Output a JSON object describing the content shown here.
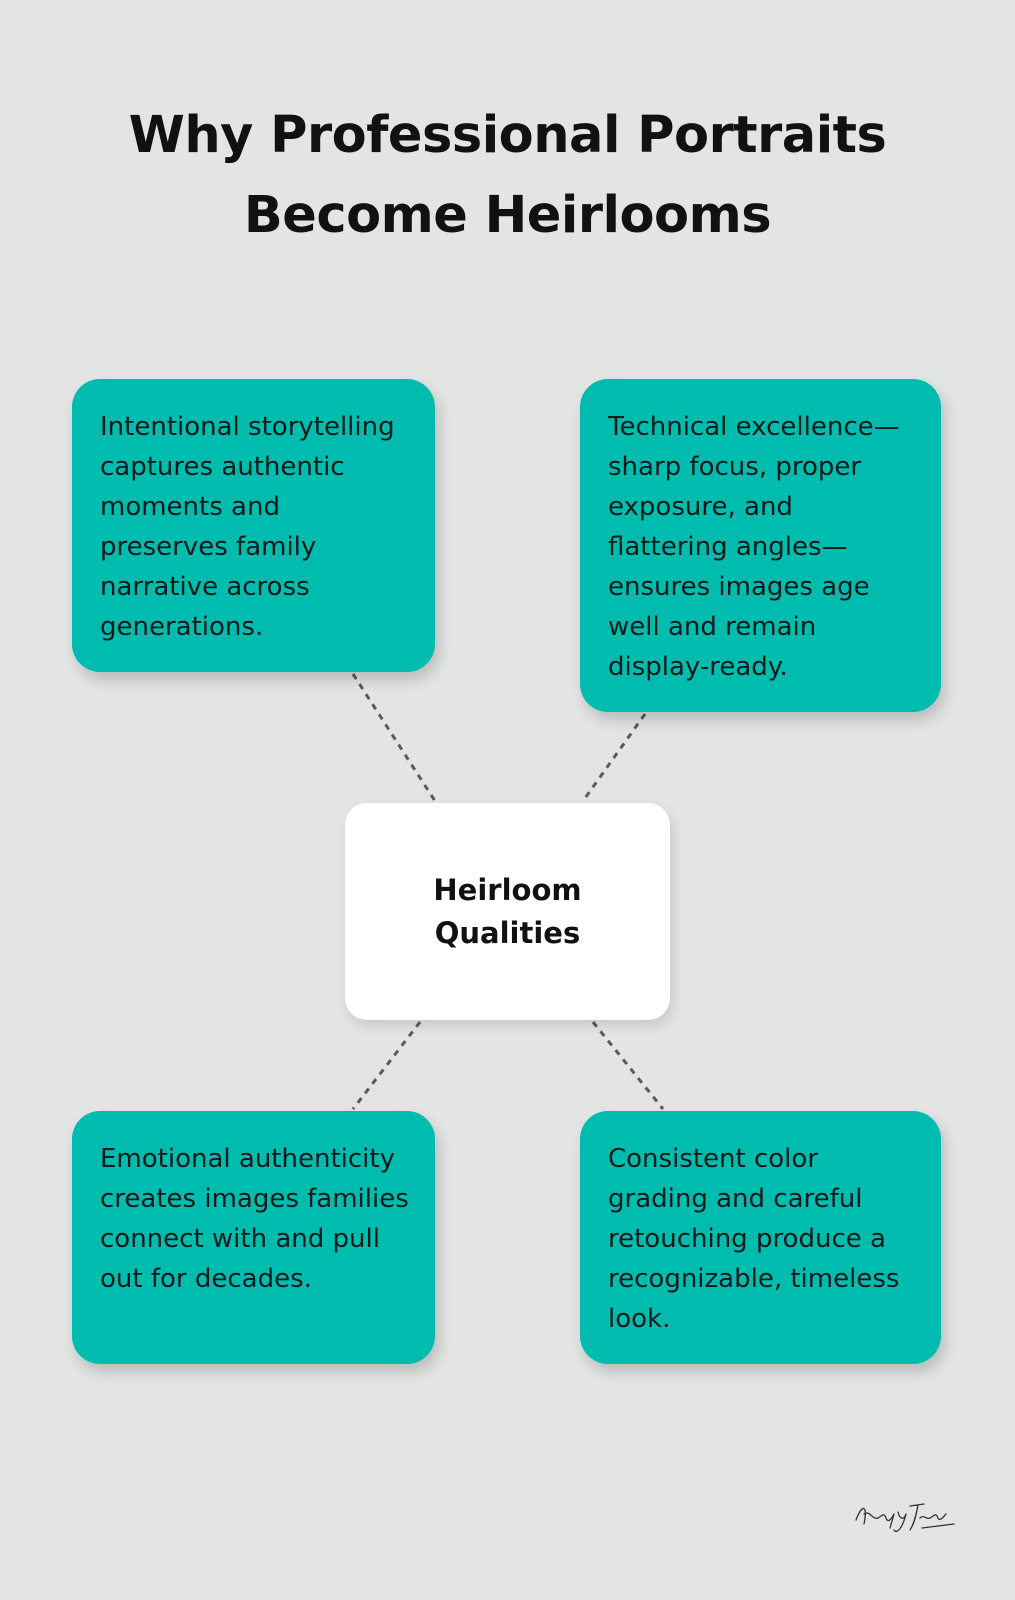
{
  "title": {
    "line1": "Why Professional Portraits",
    "line2": "Become Heirlooms"
  },
  "center": {
    "label": "Heirloom Qualities"
  },
  "cards": [
    {
      "text": "Intentional storytelling captures authentic moments and preserves family narrative across generations."
    },
    {
      "text": "Technical excellence—sharp focus, proper exposure, and flattering angles—ensures images age well and remain display-ready."
    },
    {
      "text": "Emotional authenticity creates images families connect with and pull out for decades."
    },
    {
      "text": "Consistent color grading and careful retouching produce a recognizable, timeless look."
    }
  ],
  "colors": {
    "background": "#e3e5e4",
    "card": "#00bcaf",
    "center": "#ffffff",
    "connector": "#5a5a5a"
  },
  "signature_text": "Kelly Tarwski"
}
